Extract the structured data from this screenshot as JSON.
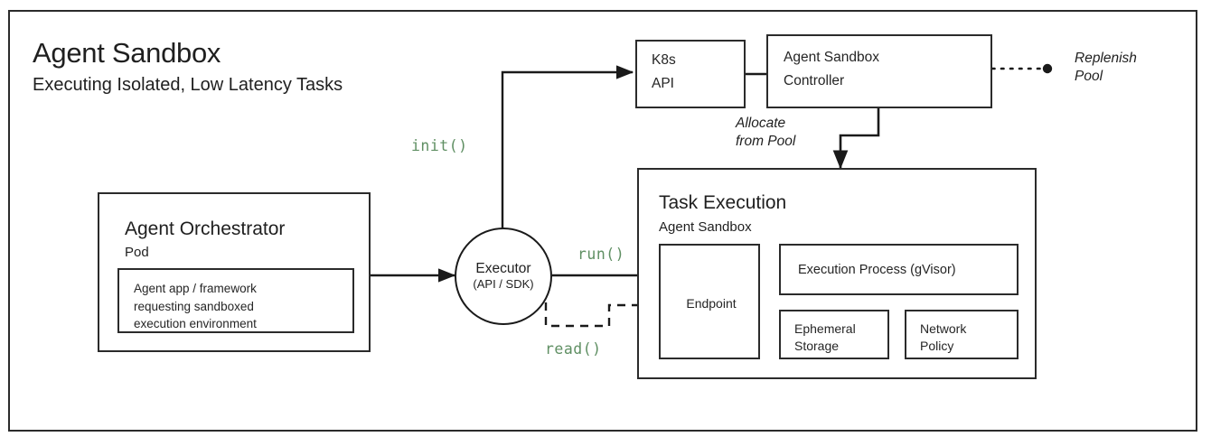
{
  "header": {
    "title": "Agent Sandbox",
    "subtitle": "Executing Isolated, Low Latency Tasks"
  },
  "nodes": {
    "k8s_api": {
      "line1": "K8s",
      "line2": "API"
    },
    "controller": {
      "line1": "Agent Sandbox",
      "line2": "Controller"
    },
    "orchestrator": {
      "title": "Agent Orchestrator",
      "subtitle": "Pod",
      "inner": "Agent app / framework\nrequesting sandboxed\nexecution environment"
    },
    "executor": {
      "line1": "Executor",
      "line2": "(API / SDK)"
    },
    "task_execution": {
      "title": "Task Execution",
      "subtitle": "Agent Sandbox",
      "endpoint": "Endpoint",
      "execution_process": "Execution Process (gVisor)",
      "ephemeral_storage": "Ephemeral\nStorage",
      "network_policy": "Network\nPolicy"
    }
  },
  "annotations": {
    "replenish_pool": "Replenish\nPool",
    "allocate_from_pool": "Allocate\nfrom Pool"
  },
  "calls": {
    "init": "init()",
    "run": "run()",
    "read": "read()"
  },
  "colors": {
    "stroke": "#2b2b2b",
    "text": "#1f1f1f",
    "code_green": "#5f8f63",
    "background": "#ffffff"
  }
}
